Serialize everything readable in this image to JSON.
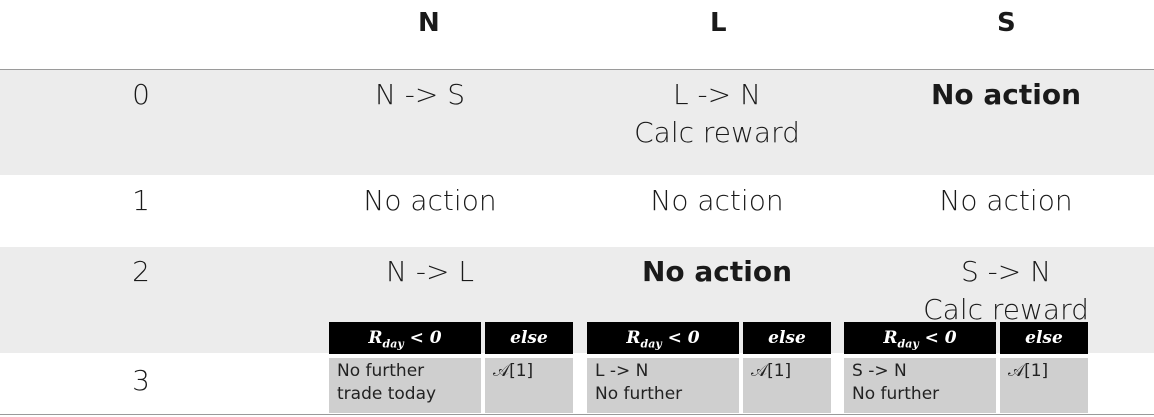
{
  "headers": [
    "N",
    "L",
    "S"
  ],
  "rows": [
    {
      "label": "0",
      "cells": [
        {
          "lines": [
            "N -> S"
          ],
          "bold": false
        },
        {
          "lines": [
            "L -> N",
            "Calc reward"
          ],
          "bold": false
        },
        {
          "lines": [
            "No action"
          ],
          "bold": true
        }
      ]
    },
    {
      "label": "1",
      "cells": [
        {
          "lines": [
            "No action"
          ],
          "bold": false
        },
        {
          "lines": [
            "No action"
          ],
          "bold": false
        },
        {
          "lines": [
            "No action"
          ],
          "bold": false
        }
      ]
    },
    {
      "label": "2",
      "cells": [
        {
          "lines": [
            "N -> L"
          ],
          "bold": false
        },
        {
          "lines": [
            "No action"
          ],
          "bold": true
        },
        {
          "lines": [
            "S -> N",
            "Calc reward"
          ],
          "bold": false
        }
      ]
    },
    {
      "label": "3"
    }
  ],
  "subtables": [
    {
      "cond_main": "R",
      "cond_sub": "day",
      "cond_rest": " < 0",
      "else": "else",
      "left_lines": [
        "No further",
        "trade today"
      ],
      "right": "𝒜[1]"
    },
    {
      "cond_main": "R",
      "cond_sub": "day",
      "cond_rest": " < 0",
      "else": "else",
      "left_lines": [
        "L -> N",
        "No further"
      ],
      "right": "𝒜[1]"
    },
    {
      "cond_main": "R",
      "cond_sub": "day",
      "cond_rest": " < 0",
      "else": "else",
      "left_lines": [
        "S -> N",
        "No further"
      ],
      "right": "𝒜[1]"
    }
  ]
}
